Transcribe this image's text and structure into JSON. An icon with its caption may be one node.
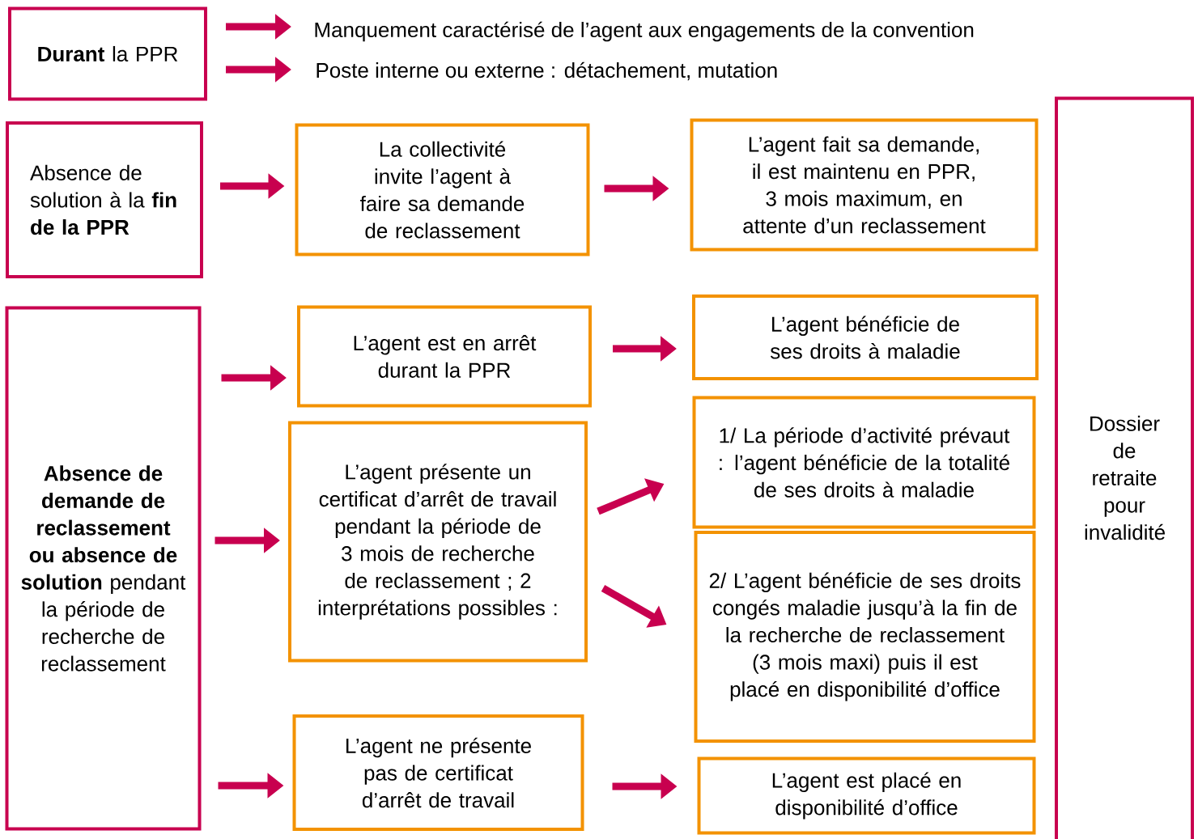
{
  "diagram": {
    "nodes": [
      {
        "text": [
          "**Durant** la PPR"
        ]
      },
      {
        "text": [
          "Manquement caractérisé de l’agent aux engagements de la convention"
        ]
      },
      {
        "text": [
          "Poste interne ou externe : détachement, mutation"
        ]
      },
      {
        "text": [
          "Absence de solution à la **fin de la PPR**"
        ]
      },
      {
        "text": [
          "La collectivité invite l’agent à faire sa demande de reclassement"
        ]
      },
      {
        "text": [
          "L’agent fait sa demande, il est maintenu en PPR, 3 mois maximum, en attente d’un reclassement"
        ]
      },
      {
        "text": [
          "**Absence de demande de reclassement ou absence de solution** pendant la période de recherche de reclassement"
        ]
      },
      {
        "text": [
          "L’agent est en arrêt durant la PPR"
        ]
      },
      {
        "text": [
          "L’agent bénéficie de ses droits à maladie"
        ]
      },
      {
        "text": [
          "L’agent présente un certificat d’arrêt de travail pendant la période de 3 mois de recherche de reclassement ; 2 interprétations possibles :"
        ]
      },
      {
        "text": [
          "1/ La période d’activité prévaut : l’agent bénéficie de la totalité de ses droits à maladie"
        ]
      },
      {
        "text": [
          "2/ L’agent bénéficie de ses droits congés maladie jusqu’à la fin de la recherche de reclassement (3 mois maxi) puis il est placé en disponibilité d’office"
        ]
      },
      {
        "text": [
          "L’agent ne présente pas de certificat d’arrêt de travail"
        ]
      },
      {
        "text": [
          "L’agent est placé en disponibilité d’office"
        ]
      },
      {
        "text": [
          "Dossier de retraite pour invalidité"
        ]
      }
    ],
    "edges": [
      {
        "from": 0,
        "to": 1,
        "arrow": "to"
      },
      {
        "from": 0,
        "to": 2,
        "arrow": "to"
      },
      {
        "from": 3,
        "to": 4,
        "arrow": "to"
      },
      {
        "from": 4,
        "to": 5,
        "arrow": "to"
      },
      {
        "from": 6,
        "to": 7,
        "arrow": "to"
      },
      {
        "from": 7,
        "to": 8,
        "arrow": "to"
      },
      {
        "from": 6,
        "to": 9,
        "arrow": "to"
      },
      {
        "from": 9,
        "to": 10,
        "arrow": "to"
      },
      {
        "from": 9,
        "to": 11,
        "arrow": "to"
      },
      {
        "from": 6,
        "to": 12,
        "arrow": "to"
      },
      {
        "from": 12,
        "to": 13,
        "arrow": "to"
      }
    ]
  }
}
